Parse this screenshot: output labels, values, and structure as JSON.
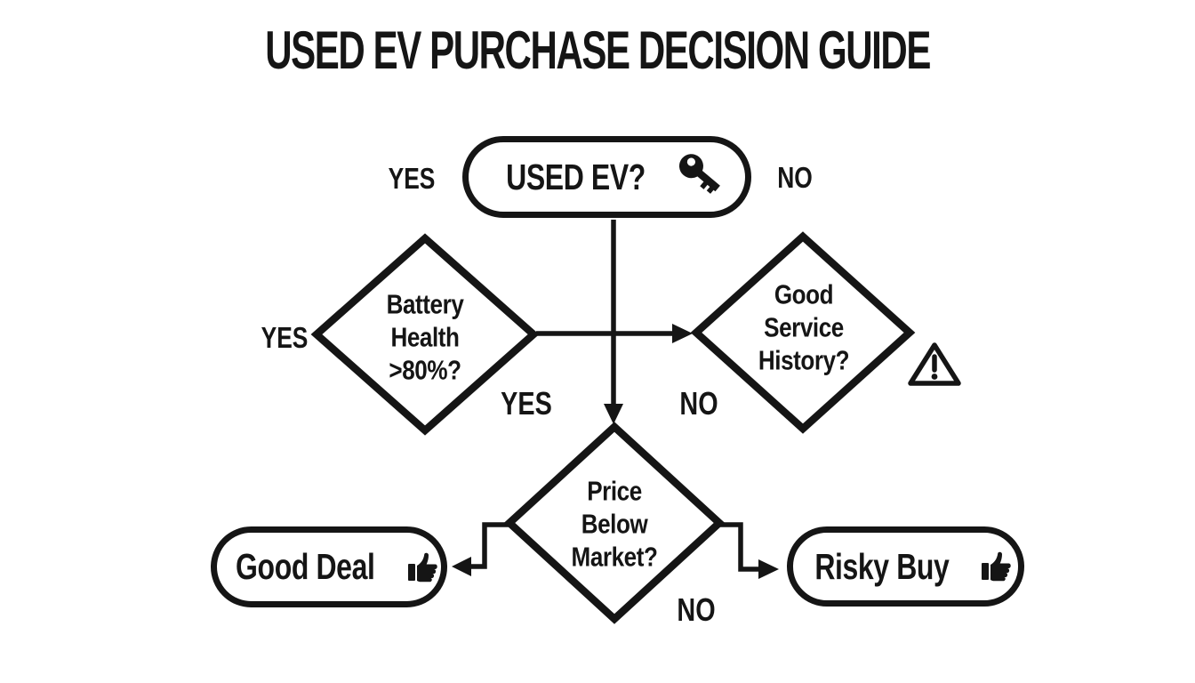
{
  "title": "USED EV PURCHASE DECISION GUIDE",
  "colors": {
    "ink": "#151515",
    "background": "#ffffff"
  },
  "nodes": {
    "start": {
      "label": "USED EV?",
      "icon": "key-icon"
    },
    "battery": {
      "line1": "Battery",
      "line2": "Health",
      "line3": ">80%?"
    },
    "service": {
      "line1": "Good",
      "line2": "Service",
      "line3": "History?",
      "icon": "warning-icon"
    },
    "price": {
      "line1": "Price",
      "line2": "Below",
      "line3": "Market?"
    },
    "good_deal": {
      "label": "Good Deal",
      "icon": "thumbs-up-icon"
    },
    "risky_buy": {
      "label": "Risky Buy",
      "icon": "thumbs-up-icon"
    }
  },
  "edge_labels": {
    "start_left": "YES",
    "start_right": "NO",
    "battery_left": "YES",
    "price_yes": "YES",
    "price_no_mid": "NO",
    "price_no_bottom": "NO"
  }
}
